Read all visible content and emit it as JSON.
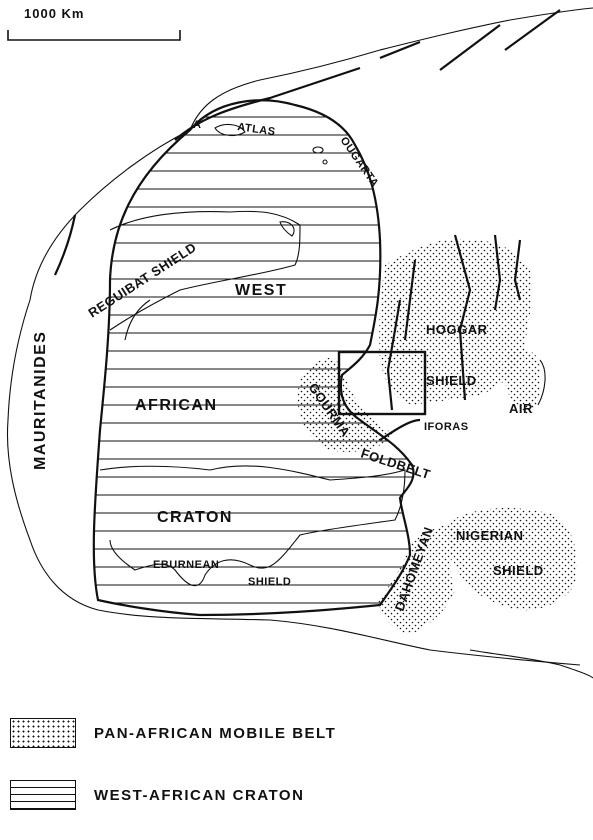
{
  "scale_bar": {
    "label": "1000 Km"
  },
  "labels": {
    "atlas": "ATLAS",
    "a": "A",
    "ougarta": "OUGARTA",
    "mauritanides": "MAURITANIDES",
    "reguibat": "REGUIBAT SHIELD",
    "west": "WEST",
    "african": "AFRICAN",
    "craton": "CRATON",
    "eburnean": "EBURNEAN",
    "eburnean_shield": "SHIELD",
    "hoggar": "HOGGAR",
    "hoggar_shield": "SHIELD",
    "air": "AIR",
    "iforas": "IFORAS",
    "gourma": "GOURMA",
    "foldbelt": "FOLDBELT",
    "dahomeyan": "DAHOMEYAN",
    "nigerian": "NIGERIAN",
    "nigerian_shield": "SHIELD"
  },
  "legend": [
    {
      "pattern": "stippled",
      "label": "PAN-AFRICAN MOBILE BELT"
    },
    {
      "pattern": "horizontal-lines",
      "label": "WEST-AFRICAN CRATON"
    }
  ]
}
